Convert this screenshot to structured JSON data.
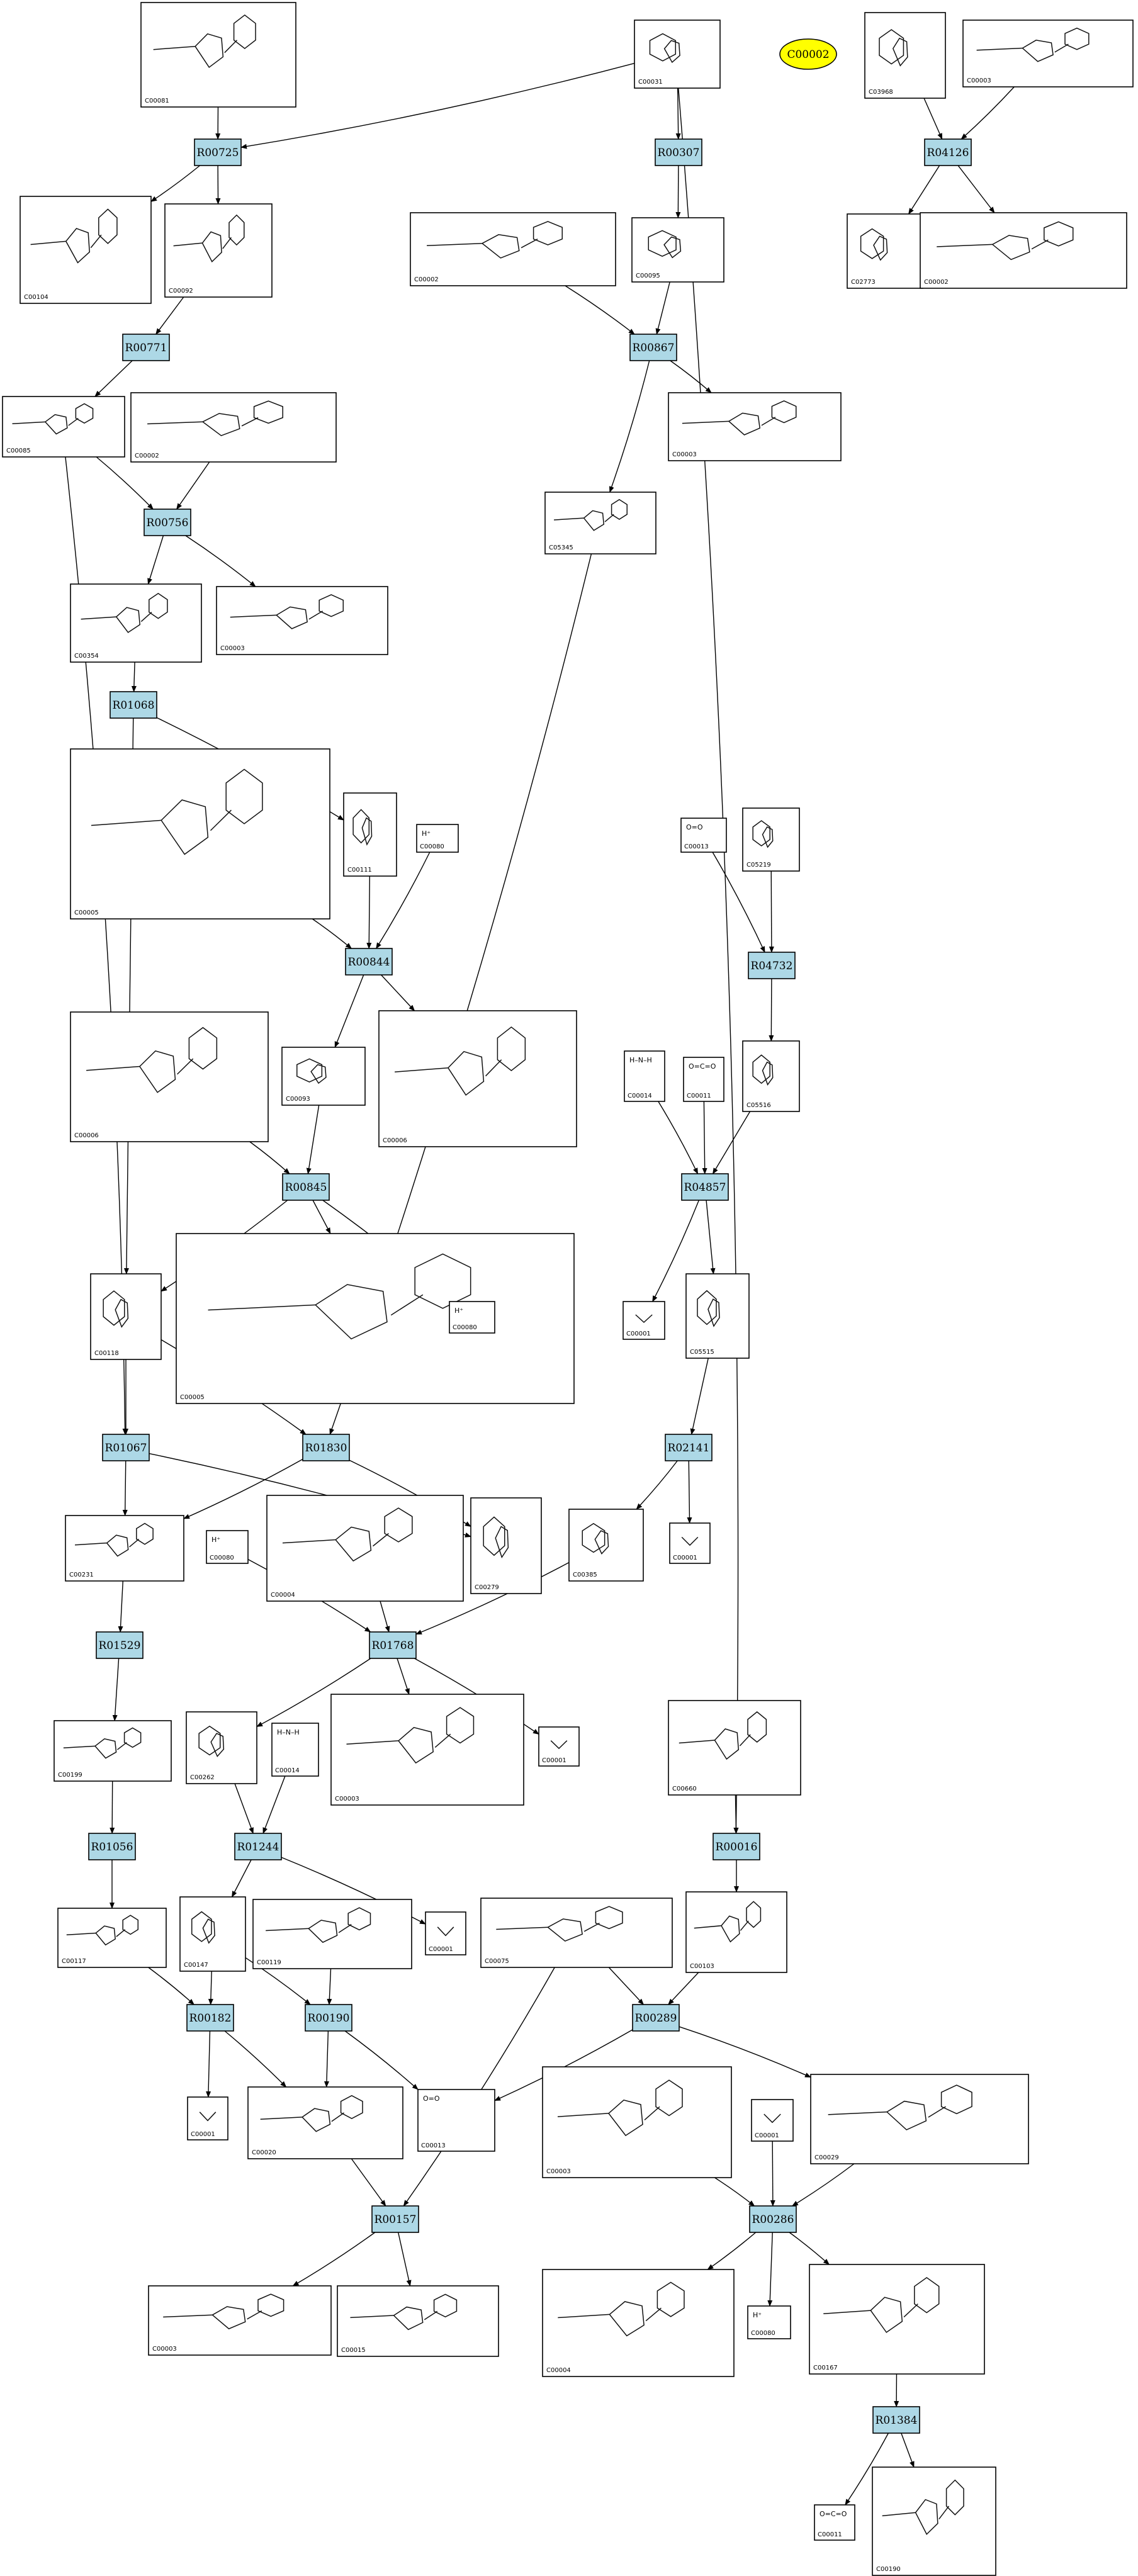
{
  "highlight": {
    "id": "C00002",
    "color": "#ffff00"
  },
  "colors": {
    "reaction_fill": "#add8e6",
    "compound_fill": "#ffffff",
    "edge": "#000000"
  },
  "reactions": [
    "R00725",
    "R00307",
    "R04126",
    "R00771",
    "R00867",
    "R00756",
    "R01068",
    "R04732",
    "R00844",
    "R04857",
    "R00845",
    "R01067",
    "R01830",
    "R02141",
    "R01529",
    "R01768",
    "R01056",
    "R01244",
    "R00016",
    "R00182",
    "R00190",
    "R00289",
    "R00157",
    "R00286",
    "R01384"
  ],
  "compounds": [
    {
      "id": "C00081",
      "label": "C00081"
    },
    {
      "id": "C00031",
      "label": "C00031"
    },
    {
      "id": "C03968",
      "label": "C03968"
    },
    {
      "id": "C00003a",
      "label": "C00003"
    },
    {
      "id": "C00104",
      "label": "C00104"
    },
    {
      "id": "C00092",
      "label": "C00092"
    },
    {
      "id": "C00002a",
      "label": "C00002"
    },
    {
      "id": "C00095",
      "label": "C00095"
    },
    {
      "id": "C02773",
      "label": "C02773"
    },
    {
      "id": "C00002b",
      "label": "C00002"
    },
    {
      "id": "C00085",
      "label": "C00085"
    },
    {
      "id": "C00002c",
      "label": "C00002"
    },
    {
      "id": "C00003b",
      "label": "C00003"
    },
    {
      "id": "C05345",
      "label": "C05345"
    },
    {
      "id": "C00354",
      "label": "C00354"
    },
    {
      "id": "C00003c",
      "label": "C00003"
    },
    {
      "id": "C00005a",
      "label": "C00005"
    },
    {
      "id": "C00111",
      "label": "C00111"
    },
    {
      "id": "C00080a",
      "label": "C00080"
    },
    {
      "id": "C00013",
      "label": "C00013"
    },
    {
      "id": "C05219",
      "label": "C05219"
    },
    {
      "id": "C00006a",
      "label": "C00006"
    },
    {
      "id": "C00093",
      "label": "C00093"
    },
    {
      "id": "C00006b",
      "label": "C00006"
    },
    {
      "id": "C00014a",
      "label": "C00014"
    },
    {
      "id": "C00011a",
      "label": "C00011"
    },
    {
      "id": "C05516",
      "label": "C05516"
    },
    {
      "id": "C00118",
      "label": "C00118"
    },
    {
      "id": "C00005b",
      "label": "C00005"
    },
    {
      "id": "C00080b",
      "label": "C00080"
    },
    {
      "id": "C00001a",
      "label": "C00001"
    },
    {
      "id": "C05515",
      "label": "C05515"
    },
    {
      "id": "C00231",
      "label": "C00231"
    },
    {
      "id": "C00080c",
      "label": "C00080"
    },
    {
      "id": "C00004a",
      "label": "C00004"
    },
    {
      "id": "C00279",
      "label": "C00279"
    },
    {
      "id": "C00385",
      "label": "C00385"
    },
    {
      "id": "C00001b",
      "label": "C00001"
    },
    {
      "id": "C00199",
      "label": "C00199"
    },
    {
      "id": "C00262",
      "label": "C00262"
    },
    {
      "id": "C00014b",
      "label": "C00014"
    },
    {
      "id": "C00003d",
      "label": "C00003"
    },
    {
      "id": "C00001c",
      "label": "C00001"
    },
    {
      "id": "C00660",
      "label": "C00660"
    },
    {
      "id": "C00117",
      "label": "C00117"
    },
    {
      "id": "C00147",
      "label": "C00147"
    },
    {
      "id": "C00119",
      "label": "C00119"
    },
    {
      "id": "C00001d",
      "label": "C00001"
    },
    {
      "id": "C00075",
      "label": "C00075"
    },
    {
      "id": "C00103",
      "label": "C00103"
    },
    {
      "id": "C00001e",
      "label": "C00001"
    },
    {
      "id": "C00020",
      "label": "C00020"
    },
    {
      "id": "C00013b",
      "label": "C00013"
    },
    {
      "id": "C00003e",
      "label": "C00003"
    },
    {
      "id": "C00001f",
      "label": "C00001"
    },
    {
      "id": "C00029",
      "label": "C00029"
    },
    {
      "id": "C00004b",
      "label": "C00004"
    },
    {
      "id": "C00080d",
      "label": "C00080"
    },
    {
      "id": "C00167",
      "label": "C00167"
    },
    {
      "id": "C00003f",
      "label": "C00003"
    },
    {
      "id": "C00015",
      "label": "C00015"
    },
    {
      "id": "C00011b",
      "label": "C00011"
    },
    {
      "id": "C00190",
      "label": "C00190"
    }
  ],
  "edges": [
    [
      "C00081",
      "R00725"
    ],
    [
      "C00031",
      "R00725"
    ],
    [
      "R00725",
      "C00104"
    ],
    [
      "R00725",
      "C00092"
    ],
    [
      "C00031",
      "R00307"
    ],
    [
      "R00307",
      "C00095"
    ],
    [
      "C00031",
      "R00016"
    ],
    [
      "C03968",
      "R04126"
    ],
    [
      "C00003a",
      "R04126"
    ],
    [
      "R04126",
      "C02773"
    ],
    [
      "R04126",
      "C00002b"
    ],
    [
      "C00092",
      "R00771"
    ],
    [
      "R00771",
      "C00085"
    ],
    [
      "C00002a",
      "R00867"
    ],
    [
      "C00095",
      "R00867"
    ],
    [
      "R00867",
      "C00003b"
    ],
    [
      "R00867",
      "C05345"
    ],
    [
      "C00085",
      "R00756"
    ],
    [
      "C00002c",
      "R00756"
    ],
    [
      "R00756",
      "C00354"
    ],
    [
      "R00756",
      "C00003c"
    ],
    [
      "C00354",
      "R01068"
    ],
    [
      "R01068",
      "C00111"
    ],
    [
      "R01068",
      "C00118"
    ],
    [
      "C00013",
      "R04732"
    ],
    [
      "C05219",
      "R04732"
    ],
    [
      "R04732",
      "C05516"
    ],
    [
      "C00005a",
      "R00844"
    ],
    [
      "C00111",
      "R00844"
    ],
    [
      "C00080a",
      "R00844"
    ],
    [
      "R00844",
      "C00093"
    ],
    [
      "R00844",
      "C00006b"
    ],
    [
      "C00014a",
      "R04857"
    ],
    [
      "C00011a",
      "R04857"
    ],
    [
      "C05516",
      "R04857"
    ],
    [
      "R04857",
      "C00001a"
    ],
    [
      "R04857",
      "C05515"
    ],
    [
      "C00006a",
      "R00845"
    ],
    [
      "C00093",
      "R00845"
    ],
    [
      "R00845",
      "C00118"
    ],
    [
      "R00845",
      "C00005b"
    ],
    [
      "R00845",
      "C00080b"
    ],
    [
      "C00085",
      "R01067"
    ],
    [
      "C00118",
      "R01067"
    ],
    [
      "R01067",
      "C00231"
    ],
    [
      "R01067",
      "C00279"
    ],
    [
      "C05345",
      "R01830"
    ],
    [
      "C00118",
      "R01830"
    ],
    [
      "R01830",
      "C00231"
    ],
    [
      "R01830",
      "C00279"
    ],
    [
      "C05515",
      "R02141"
    ],
    [
      "R02141",
      "C00385"
    ],
    [
      "R02141",
      "C00001b"
    ],
    [
      "C00231",
      "R01529"
    ],
    [
      "R01529",
      "C00199"
    ],
    [
      "C00080c",
      "R01768"
    ],
    [
      "C00004a",
      "R01768"
    ],
    [
      "C00385",
      "R01768"
    ],
    [
      "R01768",
      "C00262"
    ],
    [
      "R01768",
      "C00003d"
    ],
    [
      "R01768",
      "C00001c"
    ],
    [
      "C00199",
      "R01056"
    ],
    [
      "R01056",
      "C00117"
    ],
    [
      "C00262",
      "R01244"
    ],
    [
      "C00014b",
      "R01244"
    ],
    [
      "R01244",
      "C00147"
    ],
    [
      "R01244",
      "C00001d"
    ],
    [
      "C00660",
      "R00016"
    ],
    [
      "R00016",
      "C00103"
    ],
    [
      "C00117",
      "R00182"
    ],
    [
      "C00147",
      "R00182"
    ],
    [
      "R00182",
      "C00001e"
    ],
    [
      "R00182",
      "C00020"
    ],
    [
      "C00147",
      "R00190"
    ],
    [
      "C00119",
      "R00190"
    ],
    [
      "R00190",
      "C00020"
    ],
    [
      "R00190",
      "C00013b"
    ],
    [
      "C00075",
      "R00289"
    ],
    [
      "C00103",
      "R00289"
    ],
    [
      "R00289",
      "C00013b"
    ],
    [
      "R00289",
      "C00029"
    ],
    [
      "C00020",
      "R00157"
    ],
    [
      "C00075",
      "R00157"
    ],
    [
      "R00157",
      "C00003f"
    ],
    [
      "R00157",
      "C00015"
    ],
    [
      "C00003e",
      "R00286"
    ],
    [
      "C00001f",
      "R00286"
    ],
    [
      "C00029",
      "R00286"
    ],
    [
      "R00286",
      "C00004b"
    ],
    [
      "R00286",
      "C00080d"
    ],
    [
      "R00286",
      "C00167"
    ],
    [
      "C00167",
      "R01384"
    ],
    [
      "R01384",
      "C00011b"
    ],
    [
      "R01384",
      "C00190"
    ]
  ]
}
